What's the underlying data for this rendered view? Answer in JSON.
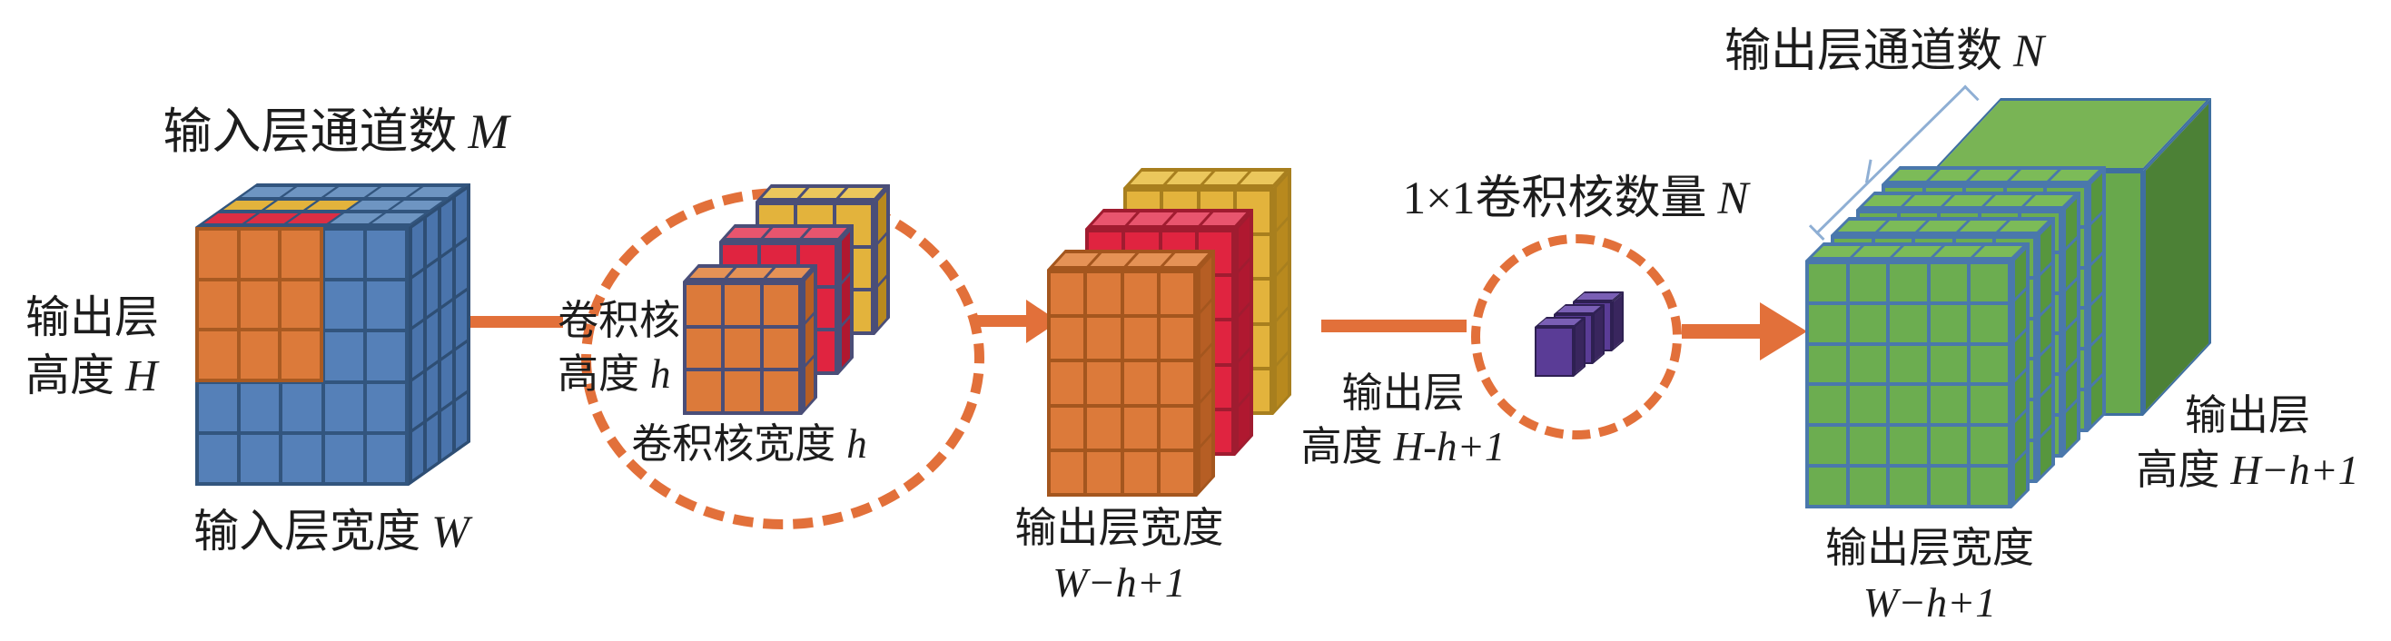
{
  "diagram_type": "cnn-separable-convolution-flow",
  "colors": {
    "accent_orange": "#E2703A",
    "text": "#1D1D1D",
    "bracket_blue": "#8FAFD4",
    "background": "#FFFFFF"
  },
  "labels": {
    "input_channels": {
      "text": "输入层通道数",
      "var": "M"
    },
    "input_height": {
      "line1": "输出层",
      "line2": "高度",
      "var": "H"
    },
    "input_width": {
      "text": "输入层宽度",
      "var": "W"
    },
    "kernel_height": {
      "line1": "卷积核",
      "line2": "高度",
      "var": "h"
    },
    "kernel_width": {
      "text": "卷积核宽度",
      "var": "h"
    },
    "mid_height": {
      "line1": "输出层",
      "line2": "高度",
      "var": "H-h+1"
    },
    "mid_width": {
      "line1": "输出层宽度",
      "line2": "W−h+1"
    },
    "conv1x1": {
      "text": "1×1卷积核数量",
      "var": "N"
    },
    "out_channels": {
      "text": "输出层通道数",
      "var": "N"
    },
    "out_height": {
      "line1": "输出层",
      "line2": "高度",
      "var": "H−h+1"
    },
    "out_width": {
      "line1": "输出层宽度",
      "line2": "W−h+1"
    }
  },
  "cubes": {
    "input": {
      "cols": 5,
      "rows": 5,
      "face": "#5580B8",
      "line": "#32557E",
      "top": "#6E95C2",
      "side": "#4A74AC",
      "side_line": "#2E4E74",
      "patch_face": "#DC7A3A",
      "patch_line": "#A85A22",
      "patch_cols": 3,
      "patch_rows": 3,
      "top_strip_yellow": "#E3B33C",
      "top_strip_red": "#DC2E44"
    },
    "kernels": {
      "cols": 3,
      "rows": 3,
      "count": 3,
      "faces": [
        "#DC7A3A",
        "#E02440",
        "#E3B33C"
      ],
      "tops": [
        "#E59256",
        "#E8556E",
        "#EBC75C"
      ],
      "sides": [
        "#B65E24",
        "#B01830",
        "#B8891E"
      ],
      "line": "#4A4E78"
    },
    "mid_output": {
      "cols": 4,
      "rows": 5,
      "count": 3,
      "faces": [
        "#DC7A3A",
        "#E02440",
        "#E3B33C"
      ],
      "tops": [
        "#E59256",
        "#E8556E",
        "#EBC75C"
      ],
      "sides": [
        "#B65E24",
        "#B01830",
        "#B8891E"
      ],
      "lines": [
        "#A4561E",
        "#A01C30",
        "#A87F1E"
      ]
    },
    "pointwise": {
      "count": 3,
      "face": "#5A3C96",
      "top": "#7A5FB5",
      "side": "#39265E",
      "line": "#2E2052"
    },
    "green_output": {
      "cols": 5,
      "rows": 6,
      "layers": 4,
      "face": "#6CAD50",
      "line": "#4A78AC",
      "top": "#7CBB58",
      "side": "#57963E",
      "big_face": "#68A84C",
      "big_top": "#79B455",
      "big_side": "#4C8136",
      "big_edge": "#3F6FA0"
    }
  }
}
